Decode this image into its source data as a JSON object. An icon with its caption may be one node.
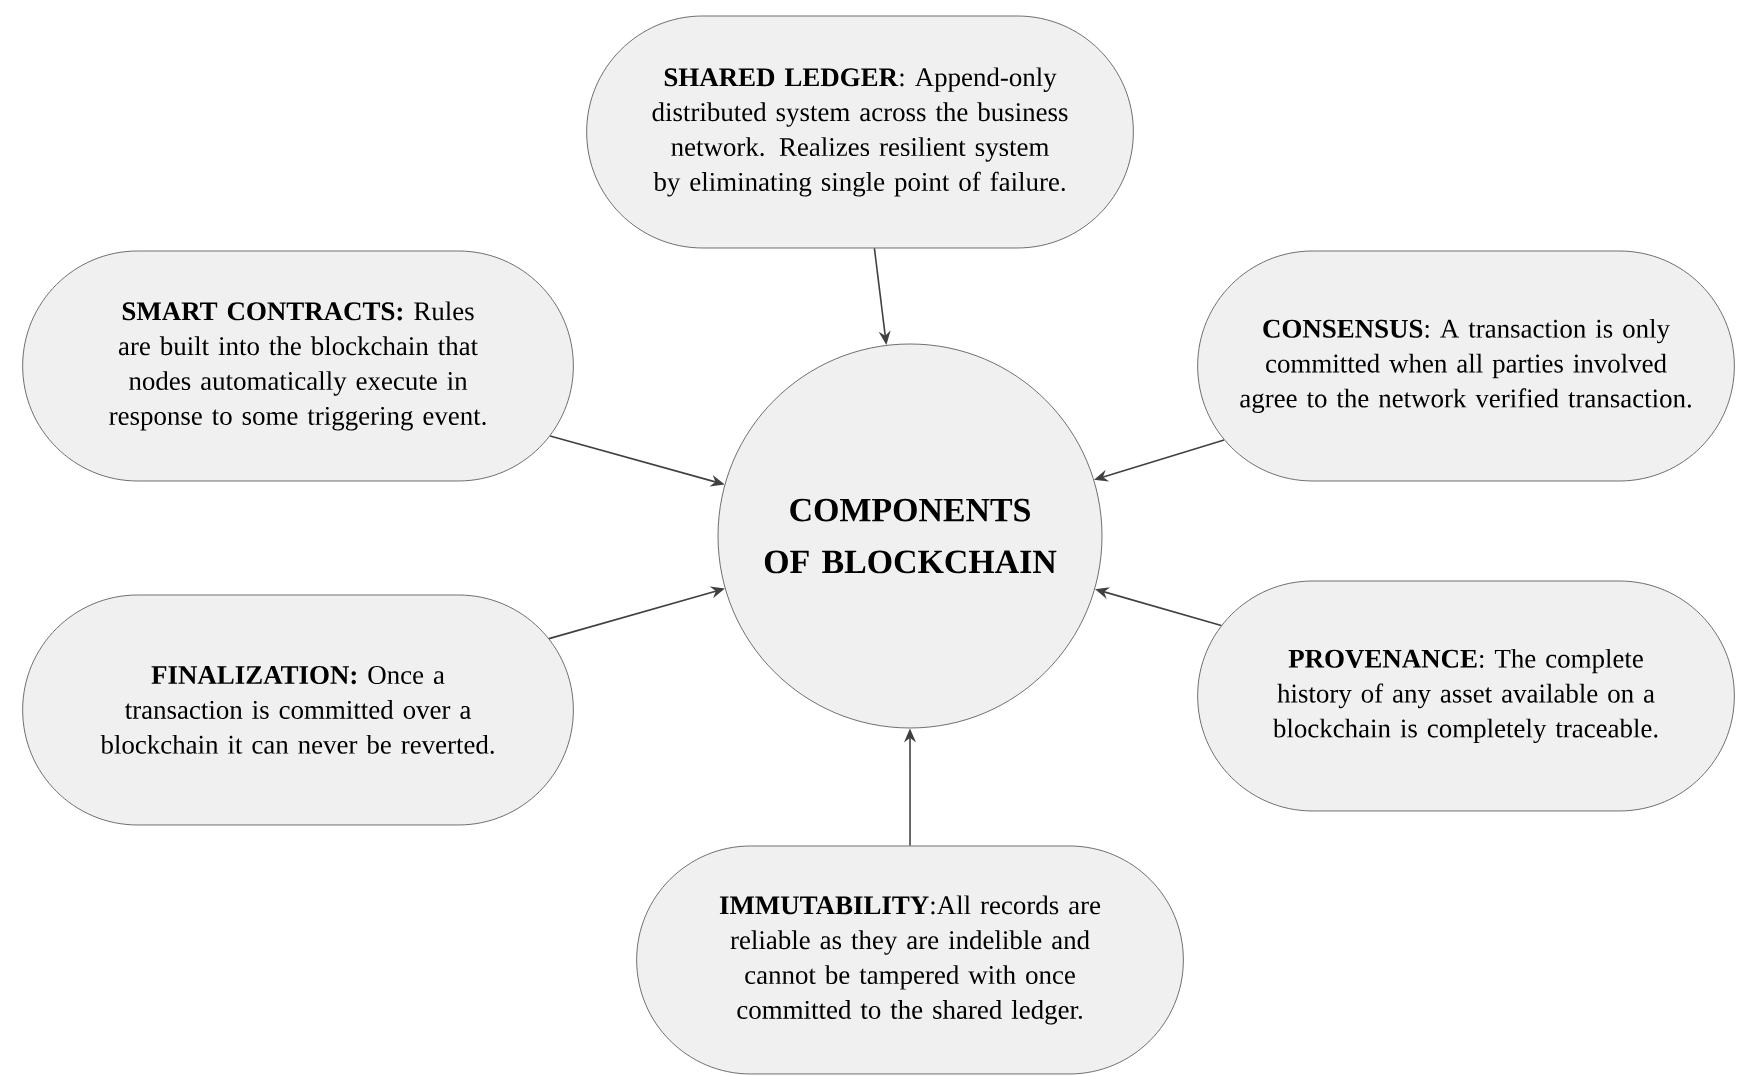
{
  "diagram": {
    "nodes": [
      {
        "text": [
          "**SHARED LEDGER**: Append-only distributed system across the business network. Realizes resilient system by eliminating single point of failure."
        ]
      },
      {
        "text": [
          "**SMART CONTRACTS:** Rules are built into the blockchain that nodes automatically execute in response to some triggering event."
        ]
      },
      {
        "text": [
          "**CONSENSUS**: A transaction is only committed when all parties involved agree to the network verified transaction."
        ]
      },
      {
        "text": [
          "COMPONENTS OF BLOCKCHAIN"
        ]
      },
      {
        "text": [
          "**FINALIZATION:** Once a transaction is committed over a blockchain it can never be reverted."
        ]
      },
      {
        "text": [
          "**PROVENANCE**: The complete history of any asset available on a blockchain is completely traceable."
        ]
      },
      {
        "text": [
          "**IMMUTABILITY**:All records are reliable as they are indelible and cannot be tampered with once committed to the shared ledger."
        ]
      }
    ],
    "edges": [
      {
        "from": 0,
        "to": 3,
        "arrow": "to"
      },
      {
        "from": 1,
        "to": 3,
        "arrow": "to"
      },
      {
        "from": 2,
        "to": 3,
        "arrow": "to"
      },
      {
        "from": 4,
        "to": 3,
        "arrow": "to"
      },
      {
        "from": 5,
        "to": 3,
        "arrow": "to"
      },
      {
        "from": 6,
        "to": 3,
        "arrow": "to"
      }
    ]
  }
}
